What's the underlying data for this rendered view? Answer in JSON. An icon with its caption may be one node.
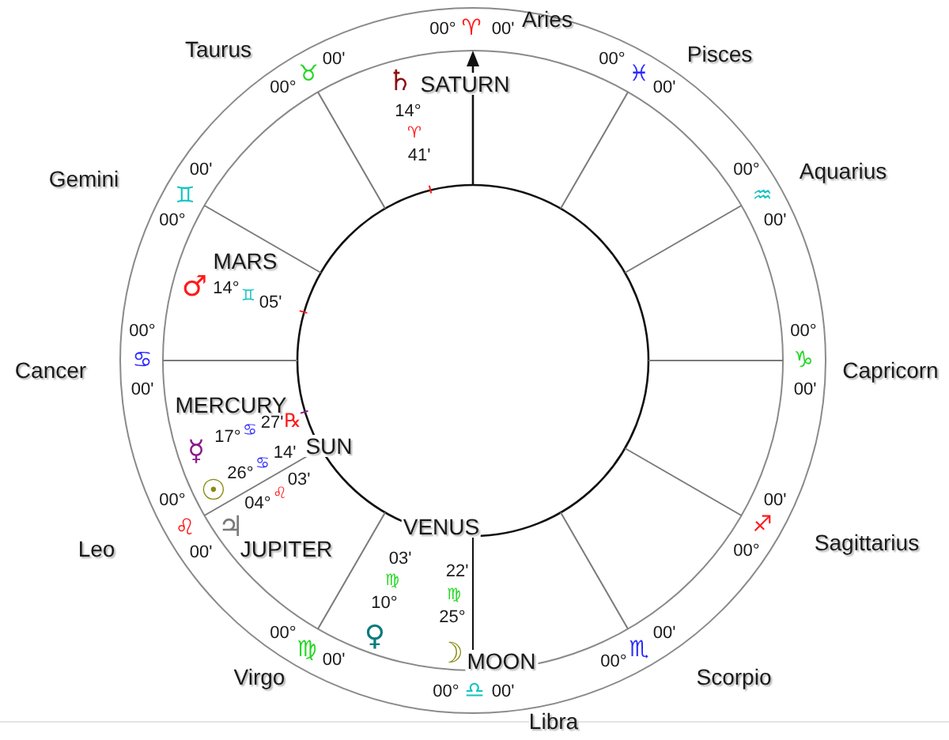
{
  "diagram": {
    "labels": [
      "00°",
      "♈",
      "00'",
      "Aries",
      "Taurus",
      "00'",
      "00°",
      "Pisces",
      "00°",
      "♉",
      "♄",
      "SATURN",
      "♓",
      "00'",
      "14°",
      "♈",
      "41'",
      "Gemini",
      "00'",
      "00°",
      "Aquarius",
      "♊",
      "♒",
      "00°",
      "00'",
      "MARS",
      "♂",
      "14°",
      "♊",
      "05'",
      "00°",
      "00°",
      "Cancer",
      "♋",
      "♑",
      "Capricorn",
      "00'",
      "MERCURY",
      "00'",
      "17°",
      "♋",
      "27'",
      "℞",
      "☿",
      "14'",
      "SUN",
      "26°",
      "♋",
      "03'",
      "00°",
      "☉",
      "04°",
      "♌",
      "00'",
      "♌",
      "♃",
      "VENUS",
      "♐",
      "Leo",
      "00'",
      "JUPITER",
      "03'",
      "00°",
      "Sagittarius",
      "♍",
      "22'",
      "10°",
      "♍",
      "00°",
      "♍",
      "00'",
      "♀",
      "☽",
      "25°",
      "MOON",
      "00°",
      "♏",
      "00'",
      "Virgo",
      "00°",
      "♎",
      "00'",
      "Scorpio",
      "Libra"
    ]
  }
}
